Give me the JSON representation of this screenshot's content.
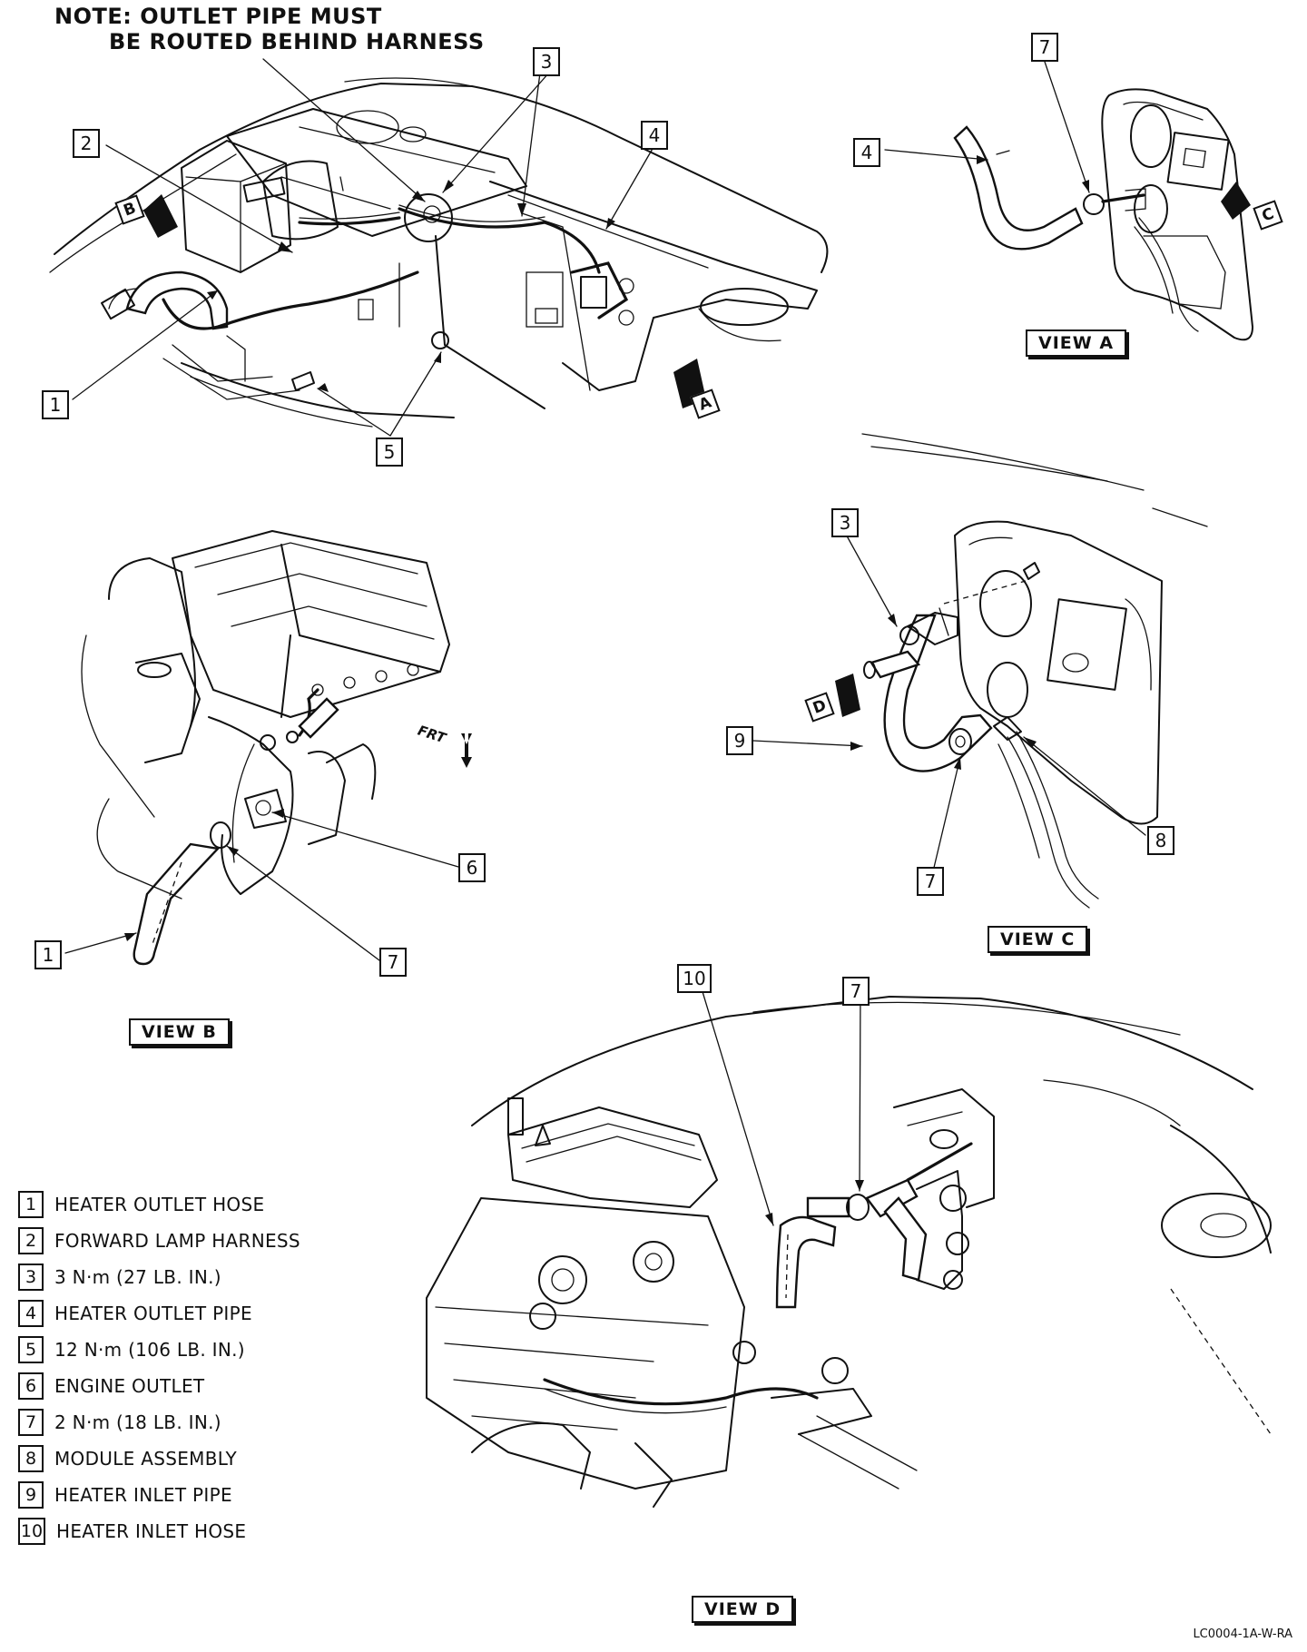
{
  "note": {
    "line1": "NOTE:  OUTLET PIPE MUST",
    "line2": "BE ROUTED BEHIND HARNESS"
  },
  "views": {
    "a": "VIEW A",
    "b": "VIEW B",
    "c": "VIEW C",
    "d": "VIEW D"
  },
  "direction_tags": {
    "a": "A",
    "b": "B",
    "c": "C",
    "d": "D",
    "frt": "FRT"
  },
  "callouts": {
    "main": [
      "3",
      "2",
      "4",
      "1",
      "5"
    ],
    "view_a": [
      "7",
      "4"
    ],
    "view_b": [
      "6",
      "1",
      "7"
    ],
    "view_c": [
      "3",
      "9",
      "8",
      "7"
    ],
    "view_d": [
      "10",
      "7"
    ]
  },
  "legend": [
    {
      "num": "1",
      "text": "HEATER OUTLET HOSE"
    },
    {
      "num": "2",
      "text": "FORWARD LAMP HARNESS"
    },
    {
      "num": "3",
      "text": "3 N·m (27 LB. IN.)"
    },
    {
      "num": "4",
      "text": "HEATER OUTLET PIPE"
    },
    {
      "num": "5",
      "text": "12 N·m (106 LB. IN.)"
    },
    {
      "num": "6",
      "text": "ENGINE OUTLET"
    },
    {
      "num": "7",
      "text": "2 N·m (18 LB. IN.)"
    },
    {
      "num": "8",
      "text": "MODULE ASSEMBLY"
    },
    {
      "num": "9",
      "text": "HEATER INLET PIPE"
    },
    {
      "num": "10",
      "text": "HEATER INLET HOSE"
    }
  ],
  "figure_id": "LC0004-1A-W-RA"
}
